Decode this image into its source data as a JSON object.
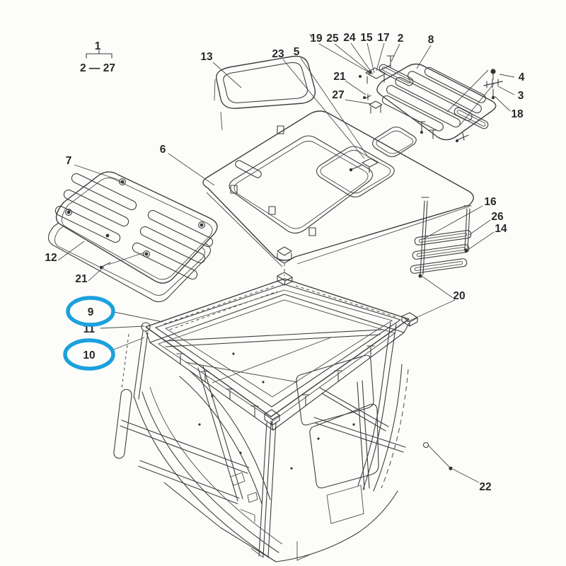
{
  "diagram": {
    "kind": "exploded-parts-diagram",
    "background": "#fcfcfa",
    "line_color": "#3e3e3e",
    "label_color": "#282828",
    "highlight_color": "#1ba1dd",
    "legend": {
      "assembly": "1",
      "range": "2 — 27"
    },
    "labels": {
      "n1": "1",
      "range": "2 — 27",
      "n13": "13",
      "n23": "23",
      "n5": "5",
      "n19": "19",
      "n25": "25",
      "n24": "24",
      "n15": "15",
      "n17": "17",
      "n2": "2",
      "n8": "8",
      "n21a": "21",
      "n27": "27",
      "n4": "4",
      "n3": "3",
      "n18": "18",
      "n6": "6",
      "n7": "7",
      "n16": "16",
      "n26": "26",
      "n14": "14",
      "n12": "12",
      "n21b": "21",
      "n20": "20",
      "n9": "9",
      "n11": "11",
      "n10": "10",
      "n22": "22"
    },
    "highlighted_labels": [
      "9",
      "10"
    ]
  }
}
